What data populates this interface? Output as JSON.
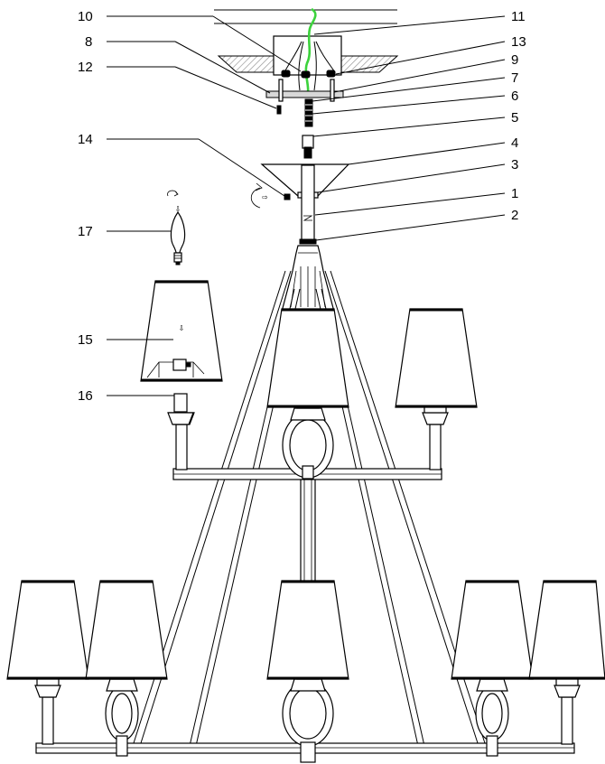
{
  "callouts": {
    "c1": "1",
    "c2": "2",
    "c3": "3",
    "c4": "4",
    "c5": "5",
    "c6": "6",
    "c7": "7",
    "c8": "8",
    "c9": "9",
    "c10": "10",
    "c11": "11",
    "c12": "12",
    "c13": "13",
    "c14": "14",
    "c15": "15",
    "c16": "16",
    "c17": "17"
  },
  "colors": {
    "ground_wire": "#3cd23c",
    "line": "#000000",
    "ceiling_hatch": "#9a9a9a"
  }
}
